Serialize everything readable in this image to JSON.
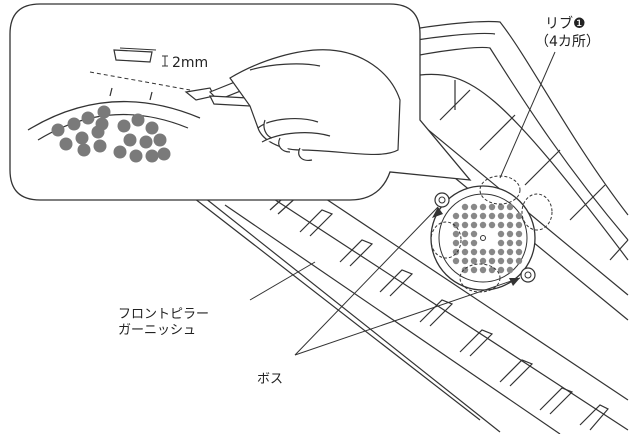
{
  "labels": {
    "rib": "リブ❶",
    "rib_count": "（4カ所）",
    "dimension": "2mm",
    "garnish_line1": "フロントピラー",
    "garnish_line2": "ガーニッシュ",
    "boss": "ボス"
  }
}
